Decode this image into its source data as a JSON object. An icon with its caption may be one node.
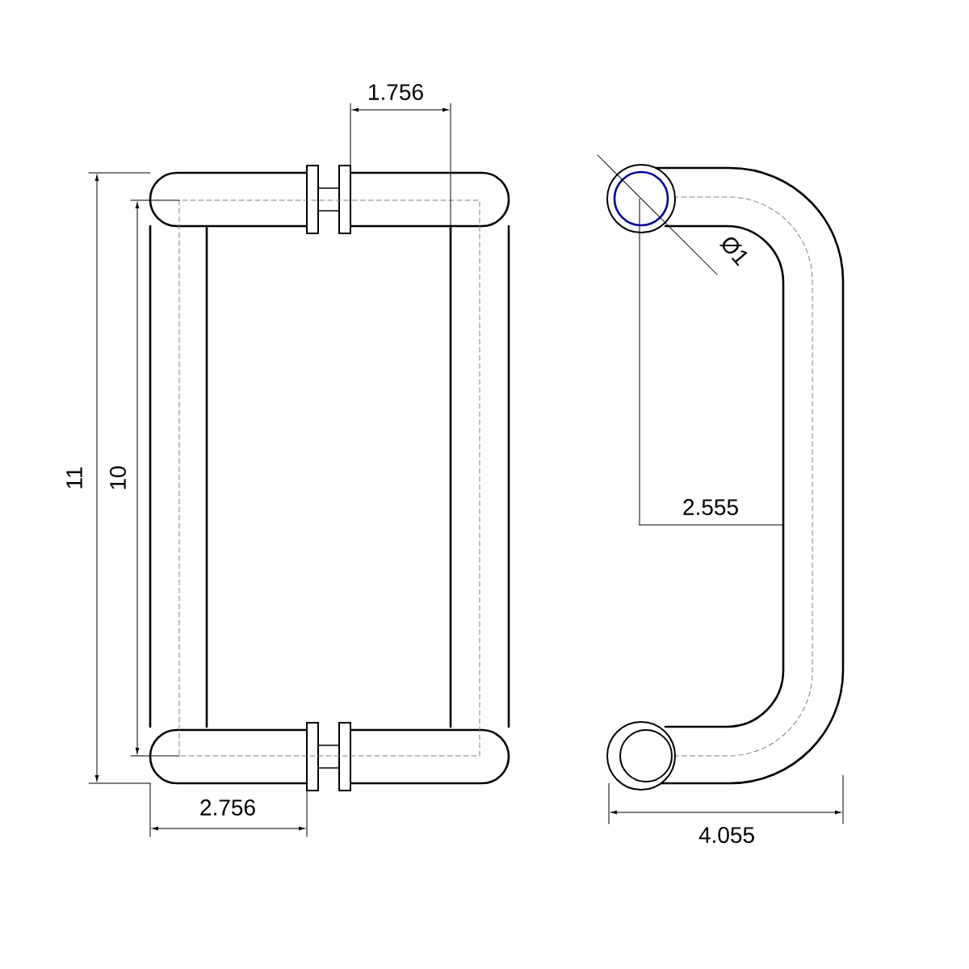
{
  "diagram": {
    "labels": [
      "1.756",
      "Ø1",
      "11",
      "10",
      "2.555",
      "2.756",
      "4.055"
    ]
  }
}
